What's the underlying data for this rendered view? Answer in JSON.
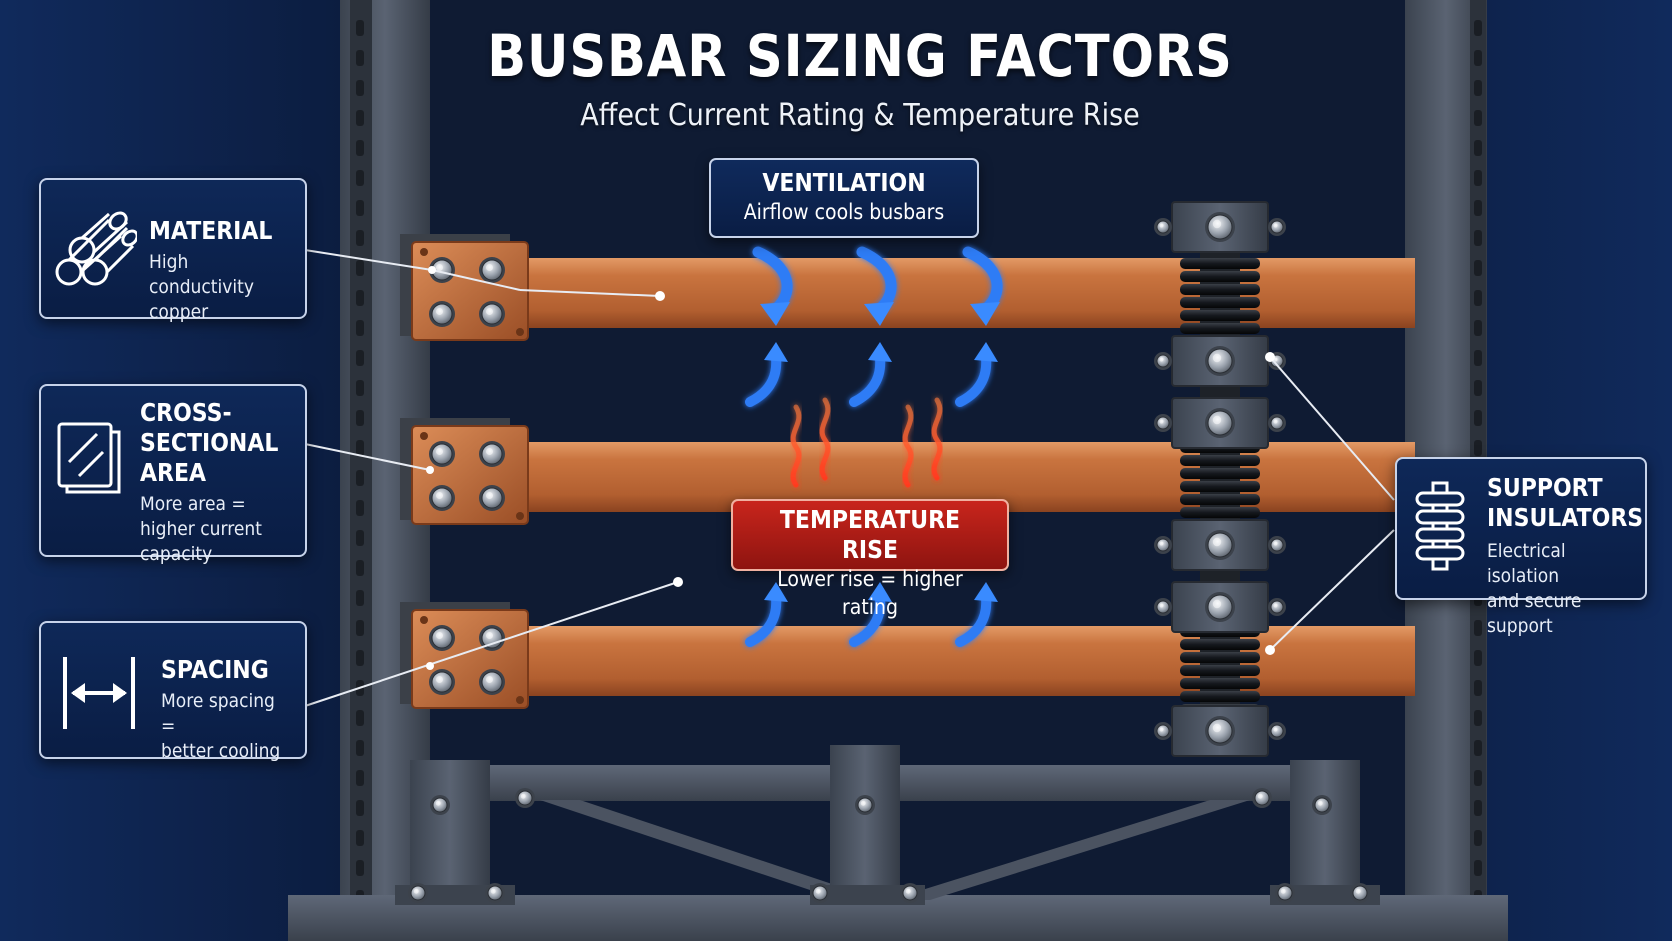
{
  "header": {
    "title": "BUSBAR SIZING FACTORS",
    "subtitle": "Affect Current Rating & Temperature Rise"
  },
  "cards": {
    "material": {
      "title": "MATERIAL",
      "desc": "High conductivity\ncopper",
      "icon": "copper-rods-icon"
    },
    "cross_section": {
      "title": "CROSS-\nSECTIONAL\nAREA",
      "desc": "More area =\nhigher current capacity",
      "icon": "cross-section-icon"
    },
    "spacing": {
      "title": "SPACING",
      "desc": "More spacing =\nbetter cooling",
      "icon": "spacing-arrow-icon"
    },
    "support": {
      "title": "SUPPORT\nINSULATORS",
      "desc": "Electrical isolation\nand secure support",
      "icon": "insulator-icon"
    }
  },
  "callouts": {
    "ventilation": {
      "title": "VENTILATION",
      "desc": "Airflow cools busbars"
    },
    "temperature": {
      "title": "TEMPERATURE RISE",
      "desc": "Lower rise = higher rating"
    }
  },
  "colors": {
    "background": "#0b1a38",
    "copper": "#c8703f",
    "frame": "#4a5361",
    "airflow": "#2f7cf5",
    "heat": "#e8402a",
    "card_border": "#c7d3ea"
  }
}
